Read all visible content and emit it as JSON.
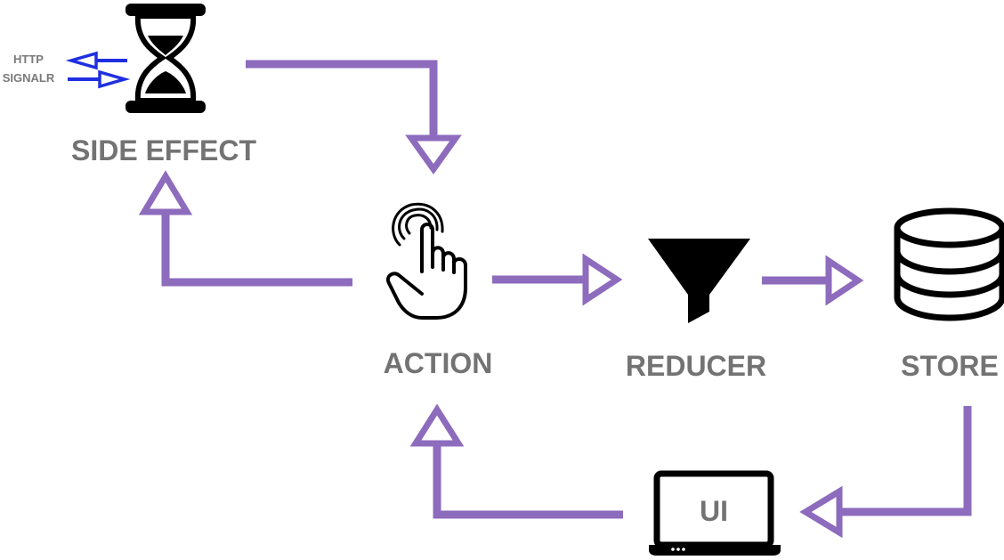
{
  "nodes": {
    "side_effect": {
      "label": "SIDE EFFECT",
      "icon": "hourglass-icon"
    },
    "action": {
      "label": "ACTION",
      "icon": "touch-hand-icon"
    },
    "reducer": {
      "label": "REDUCER",
      "icon": "funnel-icon"
    },
    "store": {
      "label": "STORE",
      "icon": "database-icon"
    },
    "ui": {
      "label": "UI",
      "icon": "laptop-icon"
    }
  },
  "side_effect_channels": [
    "HTTP",
    "SIGNALR"
  ],
  "colors": {
    "flow_arrow": "#8d6bbd",
    "channel_arrow": "#1f2fe0",
    "label_text": "#737373",
    "icon": "#000000"
  },
  "edges": [
    {
      "from": "SIDE EFFECT",
      "to": "ACTION"
    },
    {
      "from": "ACTION",
      "to": "SIDE EFFECT"
    },
    {
      "from": "ACTION",
      "to": "REDUCER"
    },
    {
      "from": "REDUCER",
      "to": "STORE"
    },
    {
      "from": "STORE",
      "to": "UI"
    },
    {
      "from": "UI",
      "to": "ACTION"
    }
  ]
}
